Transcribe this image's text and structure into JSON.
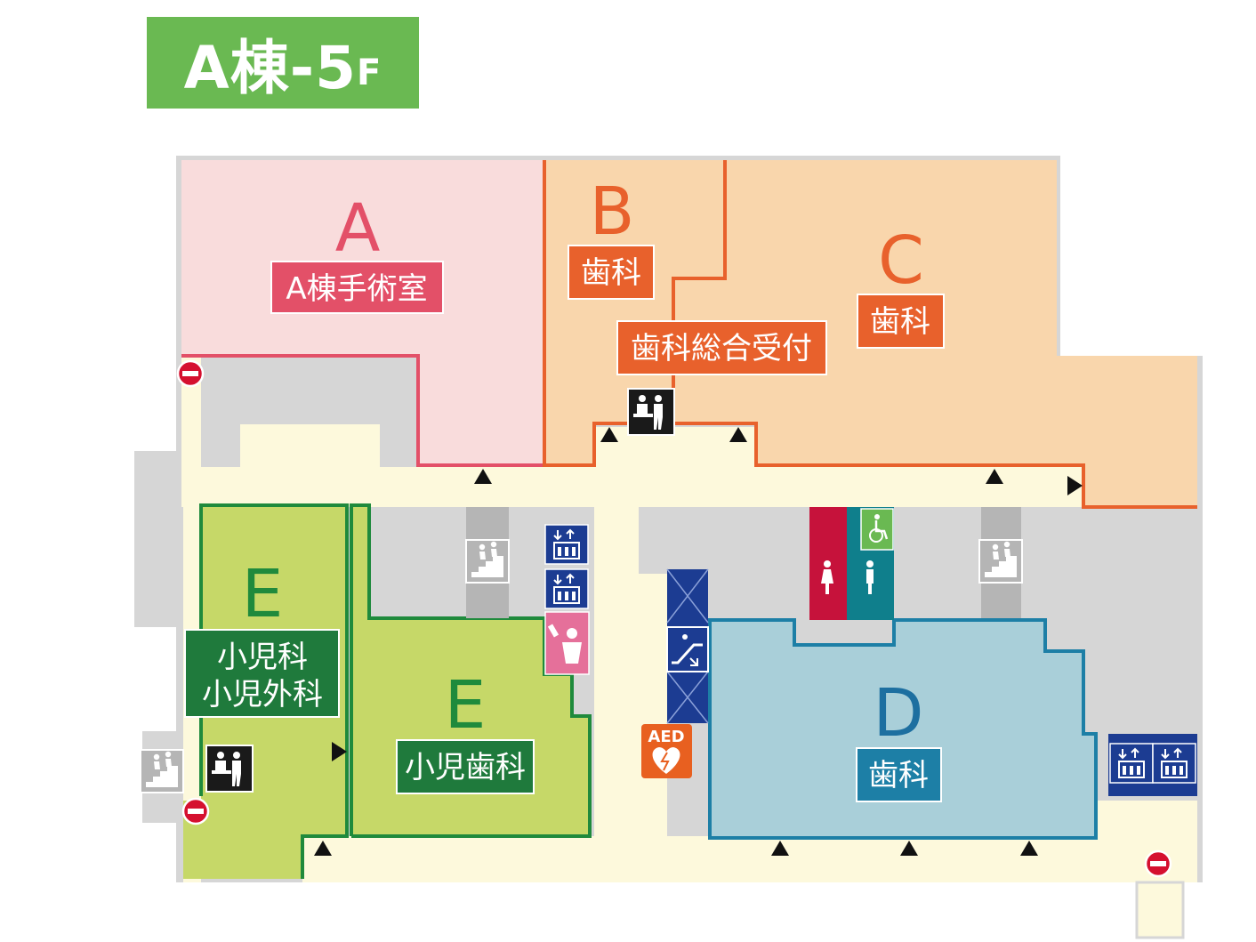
{
  "header": {
    "building": "A棟-5",
    "floor_suffix": "F"
  },
  "zones": [
    {
      "id": "A",
      "letter": "A",
      "labels": [
        "A棟手術室"
      ],
      "color": "#e35068"
    },
    {
      "id": "B",
      "letter": "B",
      "labels": [
        "歯科"
      ],
      "color": "#e8612c"
    },
    {
      "id": "B-reception",
      "letter": "",
      "labels": [
        "歯科総合受付"
      ],
      "color": "#e8612c"
    },
    {
      "id": "C",
      "letter": "C",
      "labels": [
        "歯科"
      ],
      "color": "#e8612c"
    },
    {
      "id": "D",
      "letter": "D",
      "labels": [
        "歯科"
      ],
      "color": "#1d7fa6"
    },
    {
      "id": "E1",
      "letter": "E",
      "labels": [
        "小児科",
        "小児外科"
      ],
      "color": "#1f7a3c"
    },
    {
      "id": "E2",
      "letter": "E",
      "labels": [
        "小児歯科"
      ],
      "color": "#1f7a3c"
    }
  ],
  "facilities": {
    "aed": "AED",
    "icons": [
      "reception-desk-icon",
      "stairs-icon",
      "elevator-icon",
      "escalator-icon",
      "restroom-female-icon",
      "restroom-male-icon",
      "accessible-restroom-icon",
      "baby-room-icon",
      "no-entry-icon",
      "entrance-arrow-icon"
    ]
  },
  "colors": {
    "corridor": "#fdf9dc",
    "wall_gray": "#d6d6d6",
    "zone_a_fill": "#f9dcdc",
    "zone_bc_fill": "#f9d6ac",
    "zone_d_fill": "#a9cfd9",
    "zone_e_fill": "#c6d868",
    "header_green": "#6ab952",
    "elevator_blue": "#1c3c92",
    "restroom_red": "#c6123b",
    "restroom_teal": "#0f7f8c",
    "accessible_green": "#6ab952",
    "baby_pink": "#e5709a",
    "aed_orange": "#e86020",
    "no_entry_red": "#d5102f"
  }
}
